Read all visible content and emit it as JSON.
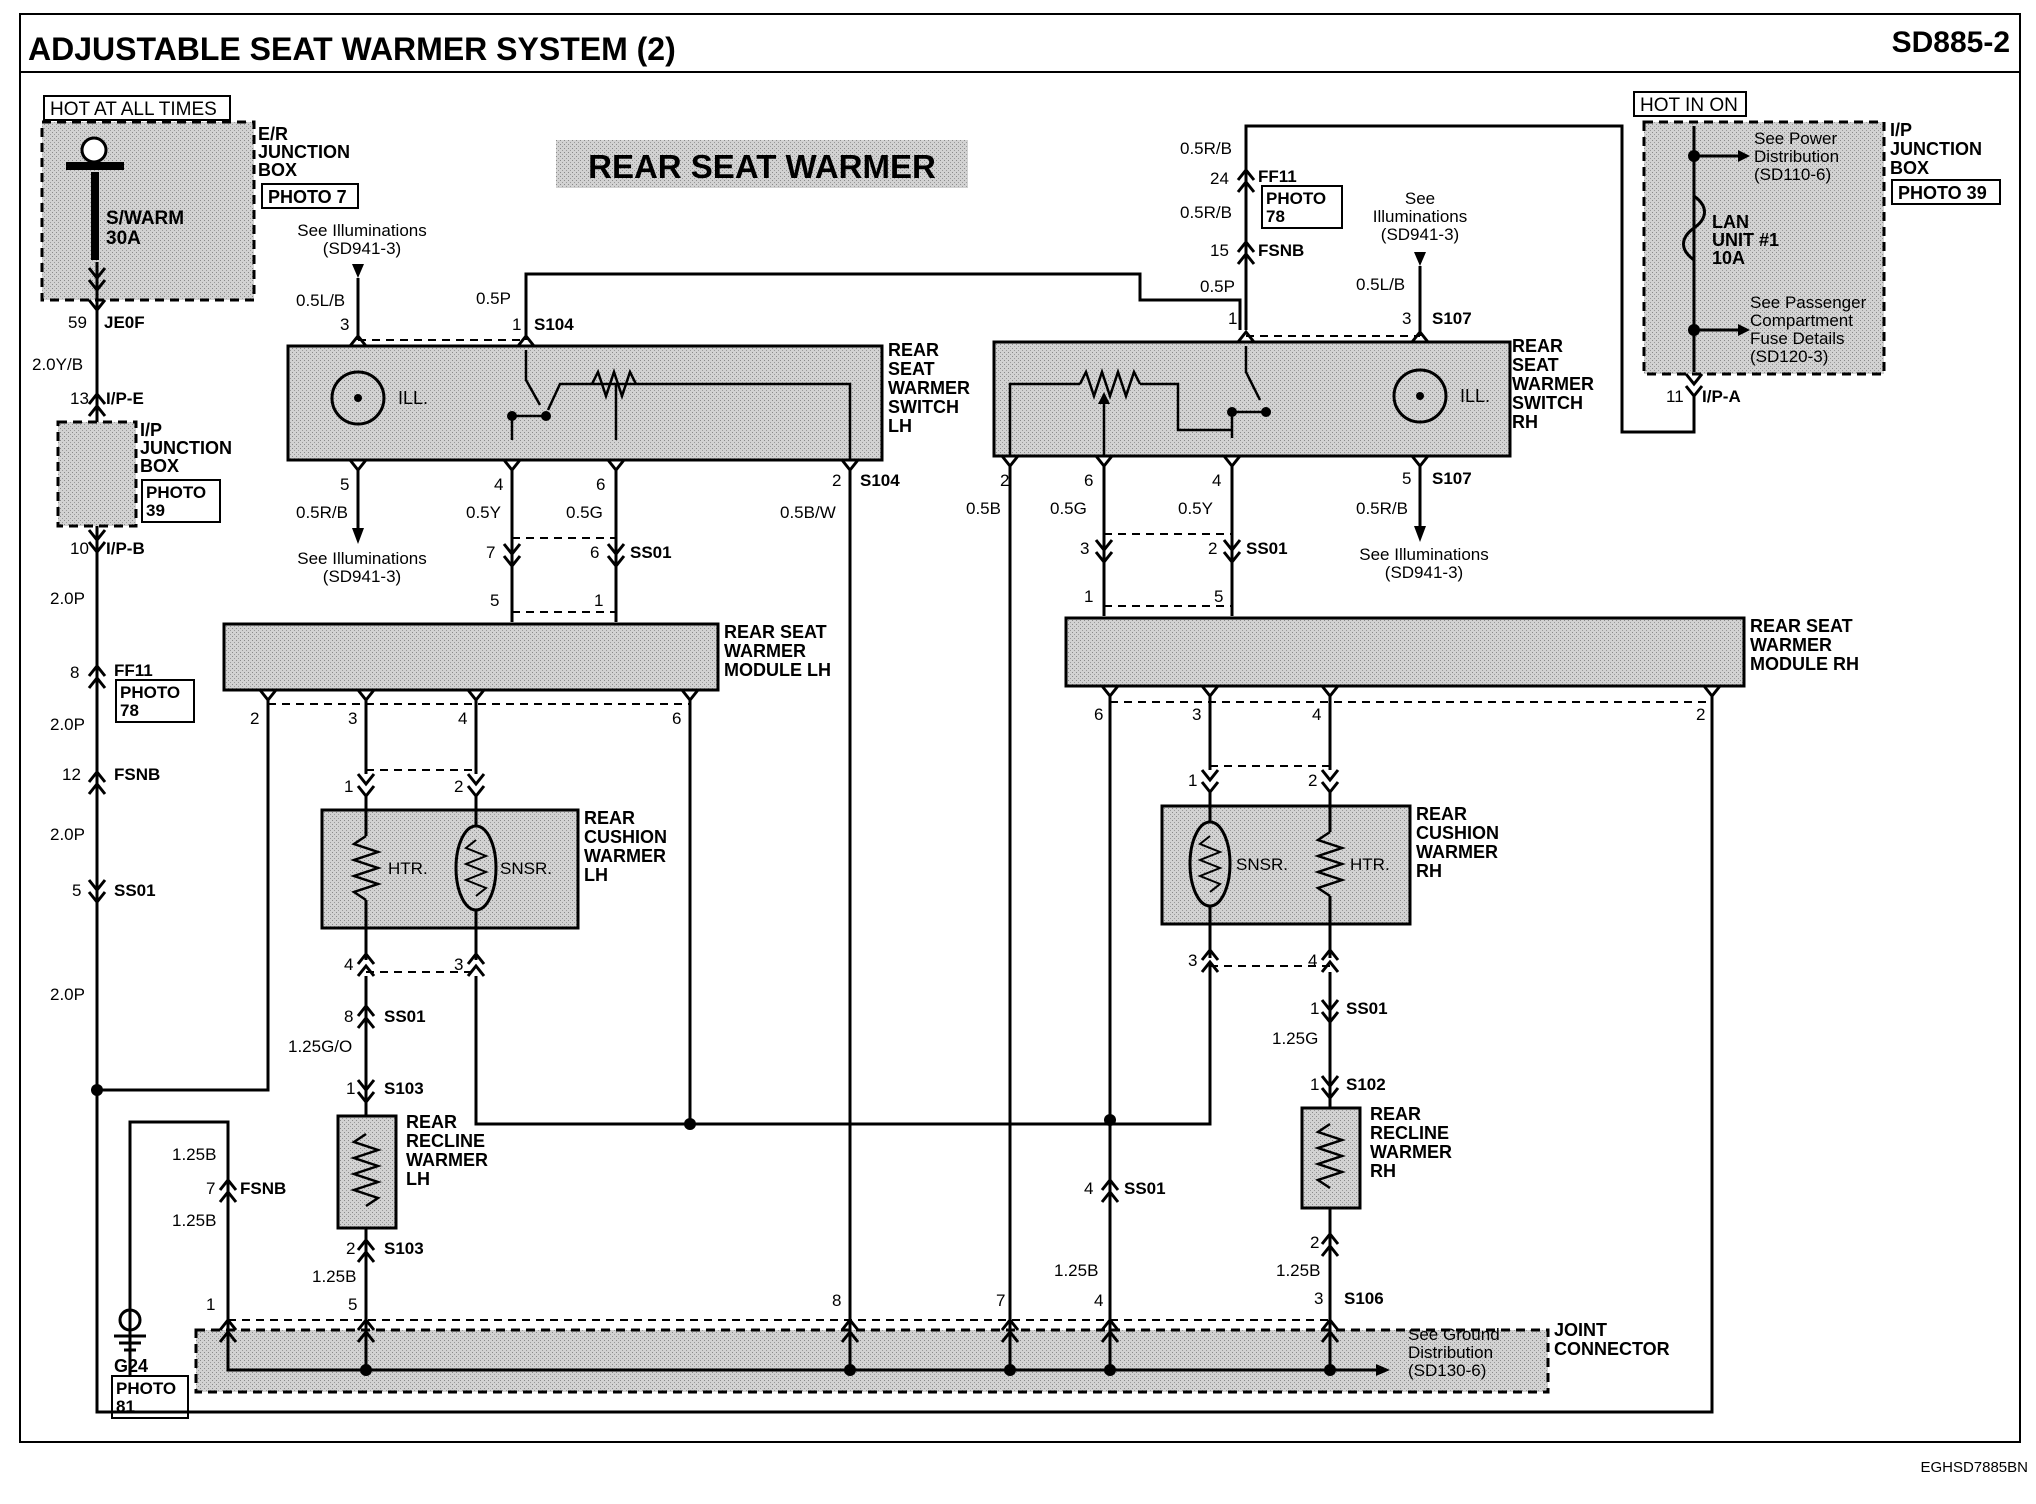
{
  "header": {
    "title": "ADJUSTABLE SEAT WARMER SYSTEM (2)",
    "code": "SD885-2",
    "footer_code": "EGHSD7885BN"
  },
  "section_title": "REAR SEAT WARMER",
  "hot_labels": {
    "always": "HOT AT ALL TIMES",
    "in_on": "HOT IN ON"
  },
  "er_box": {
    "name": [
      "E/R",
      "JUNCTION",
      "BOX"
    ],
    "photo": "PHOTO 7",
    "fuse": [
      "S/WARM",
      "30A"
    ],
    "pin": "59",
    "conn": "JE0F"
  },
  "ip_box_left": {
    "name": [
      "I/P",
      "JUNCTION",
      "BOX"
    ],
    "photo": [
      "PHOTO",
      "39"
    ],
    "pin_top": "13",
    "conn_top": "I/P-E",
    "pin_bot": "10",
    "conn_bot": "I/P-B"
  },
  "ip_box_right": {
    "name": [
      "I/P",
      "JUNCTION",
      "BOX"
    ],
    "photo": "PHOTO 39",
    "power_note": [
      "See Power",
      "Distribution",
      "(SD110-6)"
    ],
    "fuse": [
      "LAN",
      "UNIT #1",
      "10A"
    ],
    "fuse_note": [
      "See Passenger",
      "Compartment",
      "Fuse Details",
      "(SD120-3)"
    ],
    "pin": "11",
    "conn": "I/P-A"
  },
  "left_feed": [
    {
      "pin": "8",
      "conn": "FF11",
      "photo": [
        "PHOTO",
        "78"
      ]
    },
    {
      "pin": "12",
      "conn": "FSNB"
    },
    {
      "pin": "5",
      "conn": "SS01"
    }
  ],
  "left_wires": [
    "2.0Y/B",
    "2.0P",
    "2.0P",
    "2.0P",
    "2.0P"
  ],
  "right_feed": {
    "w_top": "0.5R/B",
    "p1": "24",
    "c1": "FF11",
    "photo": [
      "PHOTO",
      "78"
    ],
    "w_mid": "0.5R/B",
    "p2": "15",
    "c2": "FSNB",
    "w_bot": "0.5P"
  },
  "switch_lh": {
    "name": [
      "REAR",
      "SEAT",
      "WARMER",
      "SWITCH",
      "LH"
    ],
    "ill": "ILL.",
    "see_top": [
      "See Illuminations",
      "(SD941-3)"
    ],
    "see_bot": [
      "See Illuminations",
      "(SD941-3)"
    ],
    "splice": "S104",
    "pins_top": [
      "3",
      "1"
    ],
    "pins_bot": [
      "5",
      "4",
      "6",
      "2"
    ],
    "wires": {
      "w3": "0.5L/B",
      "w1": "0.5P",
      "w5": "0.5R/B",
      "w4": "0.5Y",
      "w6": "0.5G",
      "w2": "0.5B/W"
    }
  },
  "switch_rh": {
    "name": [
      "REAR",
      "SEAT",
      "WARMER",
      "SWITCH",
      "RH"
    ],
    "ill": "ILL.",
    "see_top": [
      "See",
      "Illuminations",
      "(SD941-3)"
    ],
    "see_bot": [
      "See Illuminations",
      "(SD941-3)"
    ],
    "splice": "S107",
    "pins_top": [
      "1",
      "3"
    ],
    "pins_bot": [
      "2",
      "6",
      "4",
      "5"
    ],
    "wires": {
      "w3": "0.5L/B",
      "w2": "0.5B",
      "w6": "0.5G",
      "w4": "0.5Y",
      "w5": "0.5R/B"
    }
  },
  "conn_lh": {
    "pins_top": [
      "7",
      "6"
    ],
    "pins_bot": [
      "5",
      "1"
    ],
    "conn": "SS01"
  },
  "conn_rh": {
    "pins_top": [
      "3",
      "2"
    ],
    "pins_bot": [
      "1",
      "5"
    ],
    "conn": "SS01"
  },
  "module_lh": {
    "name": [
      "REAR SEAT",
      "WARMER",
      "MODULE LH"
    ],
    "pins": [
      "2",
      "3",
      "4",
      "6"
    ]
  },
  "module_rh": {
    "name": [
      "REAR SEAT",
      "WARMER",
      "MODULE RH"
    ],
    "pins": [
      "6",
      "3",
      "4",
      "2"
    ]
  },
  "cushion_lh": {
    "name": [
      "REAR",
      "CUSHION",
      "WARMER",
      "LH"
    ],
    "htr": "HTR.",
    "snsr": "SNSR.",
    "pins_top": [
      "1",
      "2"
    ],
    "pins_bot": [
      "4",
      "3"
    ]
  },
  "cushion_rh": {
    "name": [
      "REAR",
      "CUSHION",
      "WARMER",
      "RH"
    ],
    "htr": "HTR.",
    "snsr": "SNSR.",
    "pins_top": [
      "1",
      "2"
    ],
    "pins_bot": [
      "3",
      "4"
    ]
  },
  "recline_lh": {
    "name": [
      "REAR",
      "RECLINE",
      "WARMER",
      "LH"
    ],
    "pin_ss01": "8",
    "conn_ss01": "SS01",
    "wire_top": "1.25G/O",
    "pin_top": "1",
    "conn_top": "S103",
    "pin_bot": "2",
    "conn_bot": "S103",
    "wire_bot": "1.25B"
  },
  "recline_rh": {
    "name": [
      "REAR",
      "RECLINE",
      "WARMER",
      "RH"
    ],
    "pin_ss01": "1",
    "conn_ss01": "SS01",
    "wire_top": "1.25G",
    "pin_top": "1",
    "conn_top": "S102",
    "pin_bot": "2",
    "wire_bot": "1.25B"
  },
  "ground": {
    "wire1": "1.25B",
    "wire2": "1.25B",
    "pin_fsnb": "7",
    "conn_fsnb": "FSNB",
    "g": "G24",
    "photo": [
      "PHOTO",
      "81"
    ],
    "ss01_pin": "4",
    "ss01_conn": "SS01",
    "ss01_wire": "1.25B",
    "s106": "S106"
  },
  "joint_connector": {
    "name": [
      "JOINT",
      "CONNECTOR"
    ],
    "pins": [
      "1",
      "5",
      "8",
      "7",
      "4",
      "3"
    ],
    "note": [
      "See Ground",
      "Distribution",
      "(SD130-6)"
    ]
  }
}
